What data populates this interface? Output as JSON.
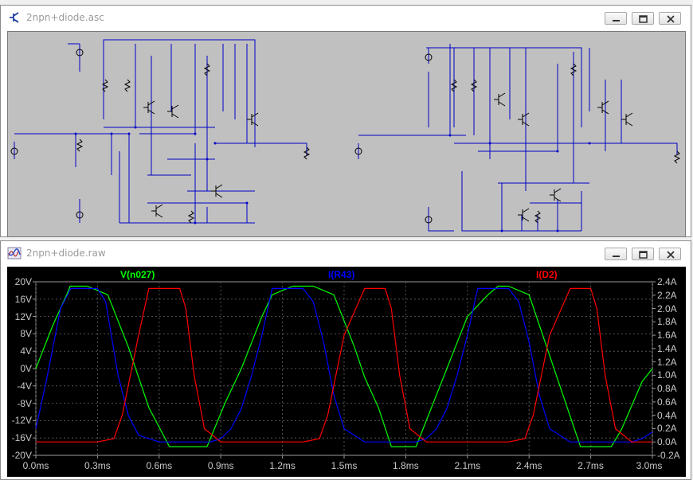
{
  "schematic_window": {
    "title": "2npn+diode.asc",
    "icon": "transistor-icon"
  },
  "waveform_window": {
    "title": "2npn+diode.raw",
    "icon": "waveform-icon"
  },
  "window_buttons": {
    "minimize": "minimize-icon",
    "restore": "restore-icon",
    "close": "close-icon"
  },
  "colors": {
    "wire": "#0000c8",
    "schematic_bg": "#c0c0c0",
    "plot_bg": "#000000",
    "trace_v": "#00ff00",
    "trace_r43": "#0000ff",
    "trace_d2": "#ff0000",
    "grid": "#555555"
  },
  "chart_data": {
    "type": "line",
    "xlabel": "",
    "ylabel": "",
    "x_ticks": [
      "0.0ms",
      "0.3ms",
      "0.6ms",
      "0.9ms",
      "1.2ms",
      "1.5ms",
      "1.8ms",
      "2.1ms",
      "2.4ms",
      "2.7ms",
      "3.0ms"
    ],
    "y_left_ticks": [
      "20V",
      "16V",
      "12V",
      "8V",
      "4V",
      "0V",
      "-4V",
      "-8V",
      "-12V",
      "-16V",
      "-20V"
    ],
    "y_right_ticks": [
      "2.4A",
      "2.2A",
      "2.0A",
      "1.8A",
      "1.6A",
      "1.4A",
      "1.2A",
      "1.0A",
      "0.8A",
      "0.6A",
      "0.4A",
      "0.2A",
      "0.0A",
      "-0.2A"
    ],
    "xlim": [
      0,
      3.0
    ],
    "ylim_left": [
      -20,
      20
    ],
    "ylim_right": [
      -0.2,
      2.4
    ],
    "grid": true,
    "series": [
      {
        "name": "V(n027)",
        "axis": "left",
        "color": "#00ff00",
        "x": [
          0,
          0.083,
          0.15,
          0.167,
          0.25,
          0.35,
          0.45,
          0.5,
          0.55,
          0.65,
          0.75,
          0.8,
          0.833,
          0.92,
          1.0,
          1.05,
          1.1,
          1.15,
          1.25,
          1.35,
          1.45,
          1.55,
          1.6,
          1.667,
          1.73,
          1.8,
          1.85,
          1.9,
          2.0,
          2.05,
          2.1,
          2.2,
          2.25,
          2.3,
          2.4,
          2.45,
          2.5,
          2.55,
          2.65,
          2.7,
          2.75,
          2.8,
          2.85,
          2.95,
          3.0
        ],
        "y": [
          0,
          10,
          17,
          19,
          19,
          17,
          5,
          -2,
          -9,
          -18,
          -18,
          -18,
          -18,
          -8,
          0,
          6,
          12,
          17,
          19,
          19,
          17,
          5,
          -2,
          -9,
          -18,
          -18,
          -18,
          -12,
          0,
          6,
          12,
          17,
          19,
          19,
          17,
          10,
          3,
          -4,
          -18,
          -18,
          -18,
          -18,
          -14,
          -3,
          0
        ]
      },
      {
        "name": "I(R43)",
        "axis": "right",
        "color": "#0000ff",
        "x": [
          0,
          0.05,
          0.12,
          0.17,
          0.3,
          0.34,
          0.4,
          0.45,
          0.5,
          0.6,
          0.75,
          0.85,
          0.9,
          0.95,
          1.0,
          1.05,
          1.1,
          1.15,
          1.25,
          1.3,
          1.35,
          1.4,
          1.45,
          1.5,
          1.6,
          1.75,
          1.85,
          1.9,
          1.95,
          2.0,
          2.05,
          2.1,
          2.15,
          2.25,
          2.3,
          2.35,
          2.4,
          2.45,
          2.5,
          2.6,
          2.75,
          2.85,
          2.9,
          2.95,
          3.0
        ],
        "y": [
          0.2,
          0.9,
          2.0,
          2.3,
          2.3,
          2.1,
          1.0,
          0.4,
          0.1,
          0.0,
          0.0,
          0.0,
          0.05,
          0.2,
          0.5,
          1.0,
          1.6,
          2.3,
          2.3,
          2.3,
          2.1,
          1.5,
          0.7,
          0.2,
          0.0,
          0.0,
          0.0,
          0.05,
          0.2,
          0.5,
          1.0,
          1.6,
          2.3,
          2.3,
          2.3,
          2.1,
          1.5,
          0.7,
          0.2,
          0.0,
          0.0,
          0.0,
          0.0,
          0.05,
          0.15
        ]
      },
      {
        "name": "I(D2)",
        "axis": "right",
        "color": "#ff0000",
        "x": [
          0,
          0.1,
          0.2,
          0.3,
          0.38,
          0.42,
          0.5,
          0.55,
          0.7,
          0.73,
          0.77,
          0.82,
          0.9,
          1.0,
          1.1,
          1.2,
          1.3,
          1.38,
          1.42,
          1.5,
          1.6,
          1.7,
          1.73,
          1.77,
          1.82,
          1.9,
          2.0,
          2.1,
          2.2,
          2.3,
          2.38,
          2.42,
          2.5,
          2.6,
          2.7,
          2.73,
          2.77,
          2.82,
          2.9,
          3.0
        ],
        "y": [
          0.0,
          0.0,
          0.0,
          0.0,
          0.05,
          0.4,
          1.6,
          2.3,
          2.3,
          2.0,
          1.0,
          0.2,
          0.0,
          0.0,
          0.0,
          0.0,
          0.0,
          0.05,
          0.4,
          1.6,
          2.3,
          2.3,
          2.0,
          1.0,
          0.2,
          0.0,
          0.0,
          0.0,
          0.0,
          0.0,
          0.05,
          0.4,
          1.6,
          2.3,
          2.3,
          2.0,
          1.0,
          0.2,
          0.0,
          0.0
        ]
      }
    ]
  }
}
